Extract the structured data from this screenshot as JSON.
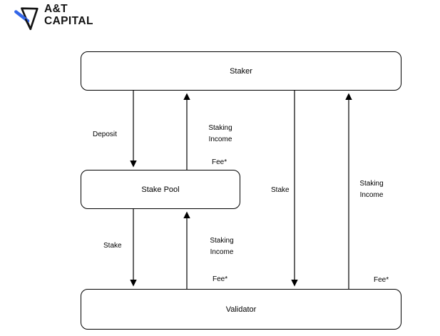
{
  "logo": {
    "name_line1": "A&T",
    "name_line2": "CAPITAL",
    "mark": {
      "outline_color": "#141414",
      "accent_color": "#3366e8"
    }
  },
  "diagram": {
    "type": "flowchart",
    "background": "#ffffff",
    "stroke_color": "#000000",
    "node_fill": "#ffffff",
    "nodes": [
      {
        "id": "staker",
        "label": "Staker"
      },
      {
        "id": "stake_pool",
        "label": "Stake Pool"
      },
      {
        "id": "validator",
        "label": "Validator"
      }
    ],
    "edges": [
      {
        "from": "Staker",
        "to": "Stake Pool",
        "label": "Deposit"
      },
      {
        "from": "Stake Pool",
        "to": "Staker",
        "label": "Staking Income",
        "note": "Fee*"
      },
      {
        "from": "Stake Pool",
        "to": "Validator",
        "label": "Stake"
      },
      {
        "from": "Validator",
        "to": "Stake Pool",
        "label": "Staking Income",
        "note": "Fee*"
      },
      {
        "from": "Staker",
        "to": "Validator",
        "label": "Stake"
      },
      {
        "from": "Validator",
        "to": "Staker",
        "label": "Staking Income",
        "note": "Fee*"
      }
    ]
  }
}
